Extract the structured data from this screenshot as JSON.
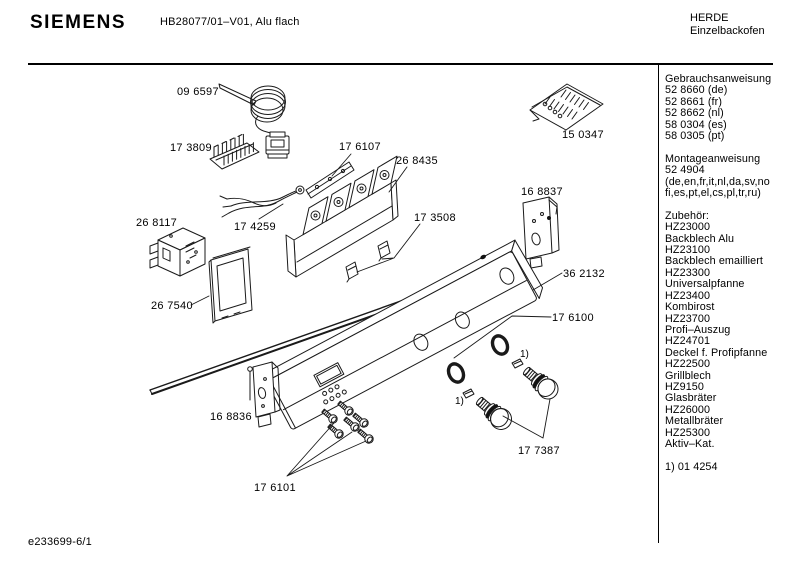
{
  "header": {
    "brand": "SIEMENS",
    "model": "HB28077/01–V01, Alu flach",
    "product_line": "HERDE",
    "product_type": "Einzelbackofen"
  },
  "sidebar": {
    "lines": [
      "Gebrauchsanweisung",
      "52 8660 (de)",
      "52 8661 (fr)",
      "52 8662 (nl)",
      "58 0304 (es)",
      "58 0305 (pt)",
      "",
      "Montageanweisung",
      "52 4904",
      "(de,en,fr,it,nl,da,sv,no",
      "fi,es,pt,el,cs,pl,tr,ru)",
      "",
      "Zubehör:",
      "HZ23000",
      "Backblech Alu",
      "HZ23100",
      "Backblech emailliert",
      "HZ23300",
      "Universalpfanne",
      "HZ23400",
      "Kombirost",
      "HZ23700",
      "Profi–Auszug",
      "HZ24701",
      "Deckel f. Profipfanne",
      "HZ22500",
      "Grillblech",
      "HZ9150",
      "Glasbräter",
      "HZ26000",
      "Metallbräter",
      "HZ25300",
      "Aktiv–Kat.",
      "",
      "1) 01 4254"
    ]
  },
  "diagram": {
    "part_labels": [
      {
        "text": "09 6597"
      },
      {
        "text": "17 3809"
      },
      {
        "text": "17 6107"
      },
      {
        "text": "26 8435"
      },
      {
        "text": "15 0347"
      },
      {
        "text": "16 8837"
      },
      {
        "text": "26 8117"
      },
      {
        "text": "17 4259"
      },
      {
        "text": "17 3508"
      },
      {
        "text": "36 2132"
      },
      {
        "text": "26 7540"
      },
      {
        "text": "17 6100"
      },
      {
        "text": "16 8836"
      },
      {
        "text": "17 7387"
      },
      {
        "text": "17 6101"
      }
    ],
    "footnote_marker": "1)"
  },
  "footer": {
    "drawing_number": "e233699-6/1"
  }
}
